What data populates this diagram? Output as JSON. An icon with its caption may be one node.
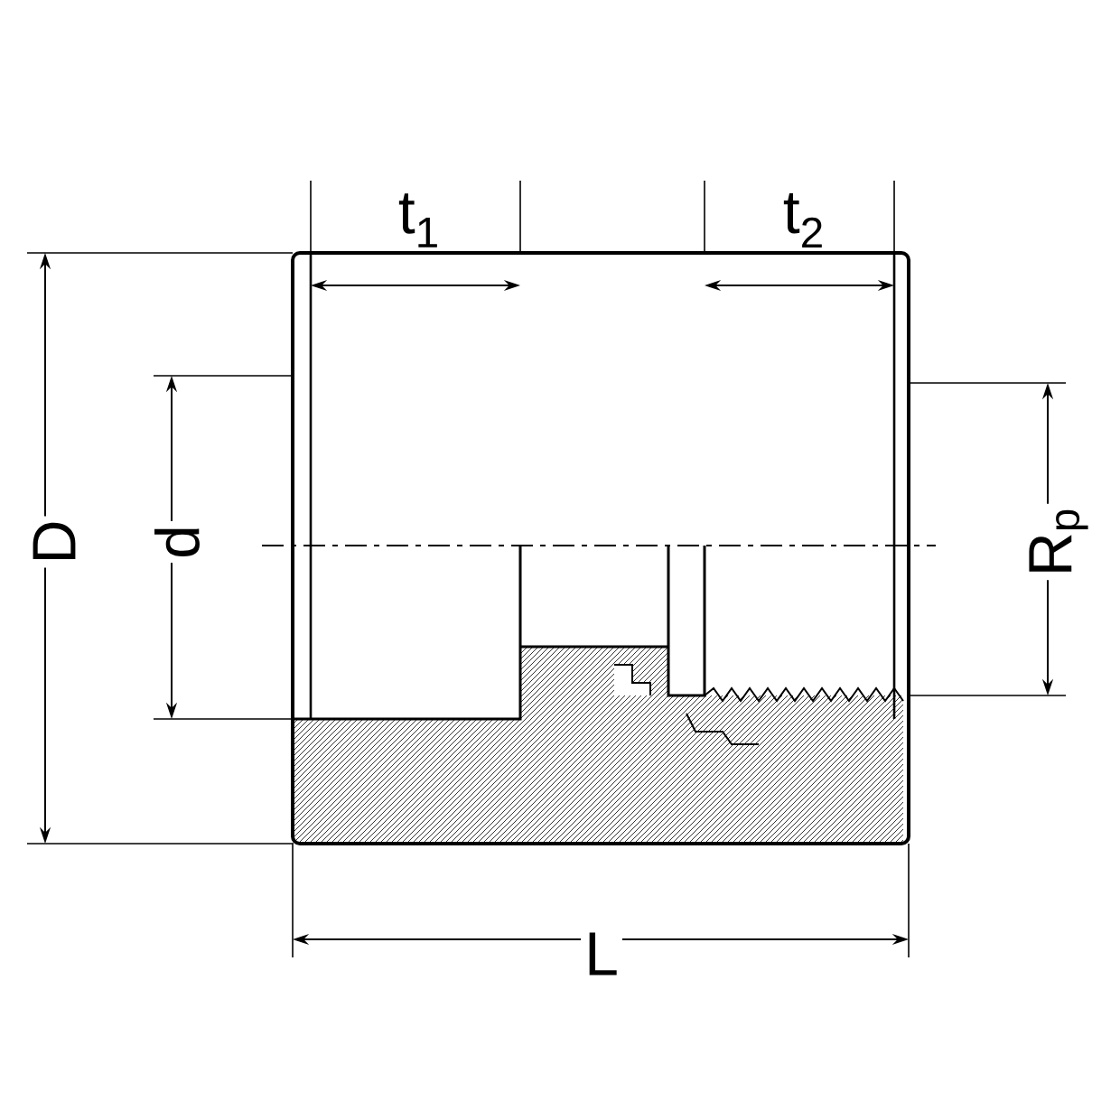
{
  "diagram": {
    "labels": [
      "t$_{1}$",
      "t$_{2}$",
      "D",
      "d",
      "R$_{p}$",
      "L"
    ]
  }
}
